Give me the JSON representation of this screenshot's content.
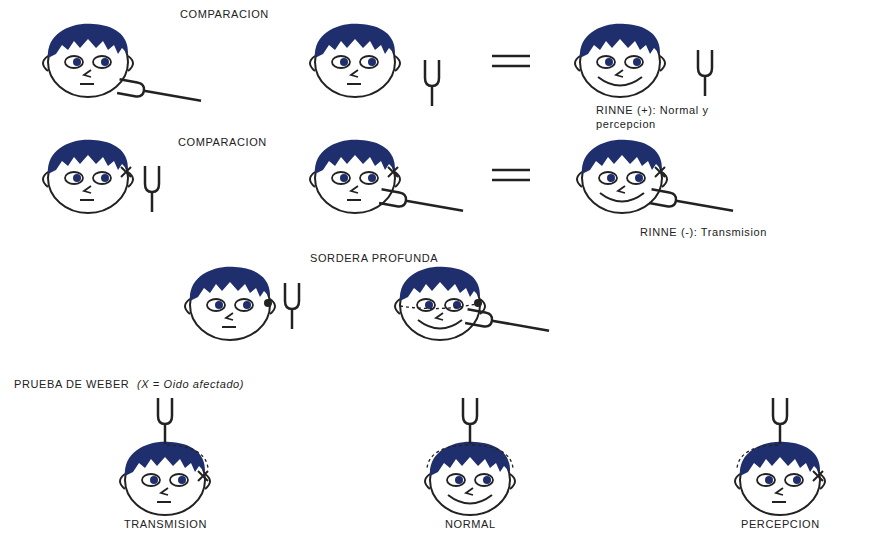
{
  "diagram": {
    "labels": [
      "COMPARACION",
      "RINNE (+): Normal y percepcion",
      "COMPARACION",
      "RINNE (-): Transmision",
      "SORDERA PROFUNDA",
      "PRUEBA DE WEBER",
      "(X = Oido afectado)",
      "TRANSMISION",
      "NORMAL",
      "PERCEPCION"
    ]
  }
}
